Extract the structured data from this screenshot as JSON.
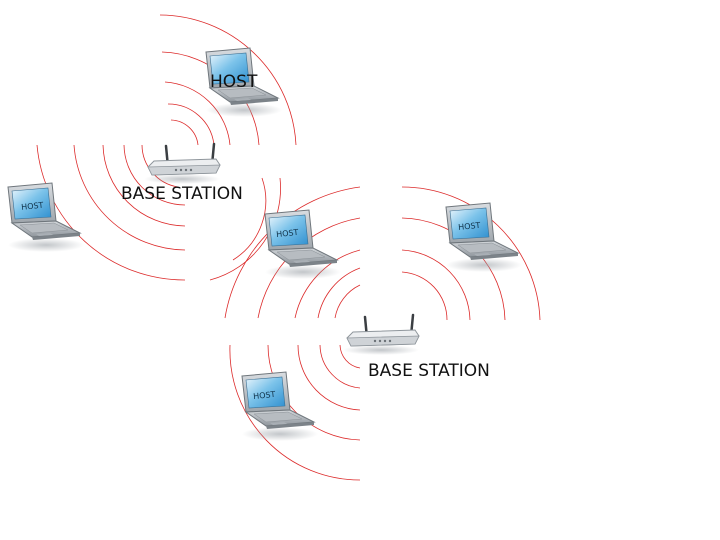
{
  "colors": {
    "wave": "#dc2a2a",
    "screen": "#4aa3dd",
    "body": "#c7ccd1",
    "router": "#e6e8ea"
  },
  "labels": {
    "host_top": "HOST",
    "base_station_1": "BASE STATION",
    "base_station_2": "BASE STATION"
  },
  "laptop_screen_text": "HOST"
}
